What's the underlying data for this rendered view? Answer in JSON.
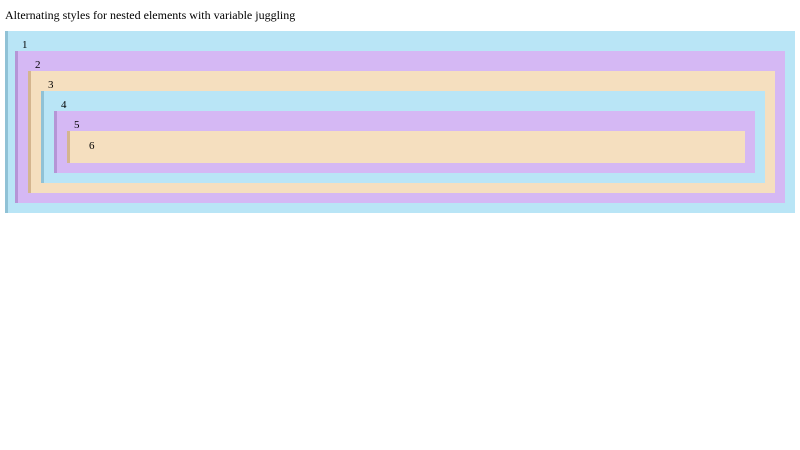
{
  "page": {
    "title": "Alternating styles for nested elements with variable juggling"
  },
  "boxes": [
    {
      "label": "1",
      "color": "#b9e5f6",
      "border": "#90c2d6"
    },
    {
      "label": "2",
      "color": "#d5b8f4",
      "border": "#b595d6"
    },
    {
      "label": "3",
      "color": "#f5dfbf",
      "border": "#d4b58f"
    },
    {
      "label": "4",
      "color": "#b9e5f6",
      "border": "#90c2d6"
    },
    {
      "label": "5",
      "color": "#d5b8f4",
      "border": "#b595d6"
    },
    {
      "label": "6",
      "color": "#f5dfbf",
      "border": "#d4b58f"
    }
  ]
}
